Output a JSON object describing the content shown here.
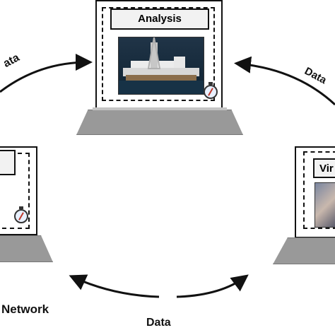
{
  "laptops": {
    "top": {
      "title": "Analysis"
    },
    "left": {
      "title": ""
    },
    "right": {
      "title": "Vir"
    }
  },
  "labels": {
    "left_partial": "Network",
    "arrow_top_left": "ata",
    "arrow_top_right": "Data",
    "arrow_bottom": "Data"
  },
  "icons": {
    "compass": "compass-icon",
    "ship": "drillship-photo",
    "vr": "vr-photo"
  }
}
